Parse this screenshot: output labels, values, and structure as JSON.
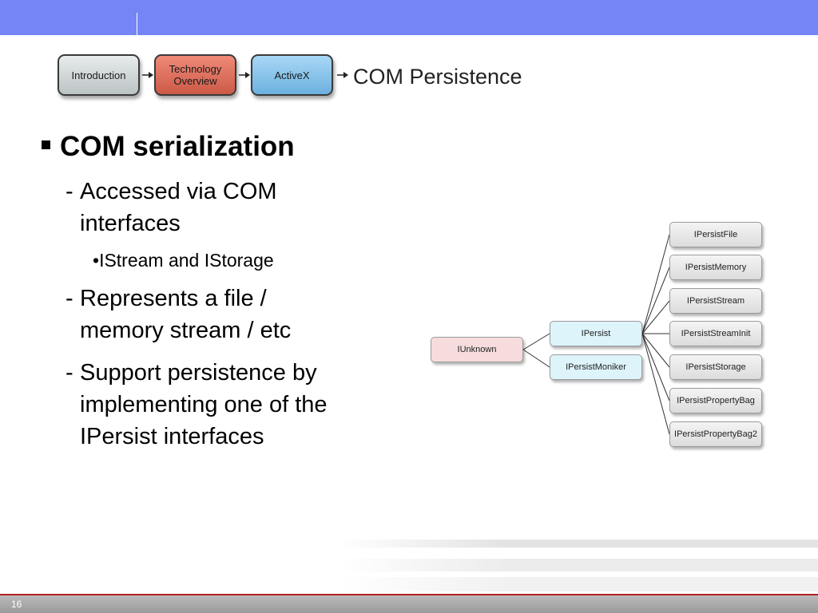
{
  "breadcrumb": {
    "items": [
      "Introduction",
      "Technology Overview",
      "ActiveX"
    ],
    "current": "COM Persistence"
  },
  "content": {
    "heading": "COM serialization",
    "bullets": [
      "Accessed via COM interfaces",
      "Represents a file / memory stream / etc",
      "Support persistence by implementing one of the IPersist interfaces"
    ],
    "sub_bullet": "IStream and IStorage"
  },
  "diagram": {
    "root": "IUnknown",
    "middle": [
      "IPersist",
      "IPersistMoniker"
    ],
    "leaves": [
      "IPersistFile",
      "IPersistMemory",
      "IPersistStream",
      "IPersistStreamInit",
      "IPersistStorage",
      "IPersistPropertyBag",
      "IPersistPropertyBag2"
    ]
  },
  "footer": {
    "page_number": "16"
  },
  "colors": {
    "top_bar": "#7585f5",
    "tech_box": "#cc5a47",
    "activex_box": "#6cb1df",
    "footer_line": "#b02020"
  }
}
